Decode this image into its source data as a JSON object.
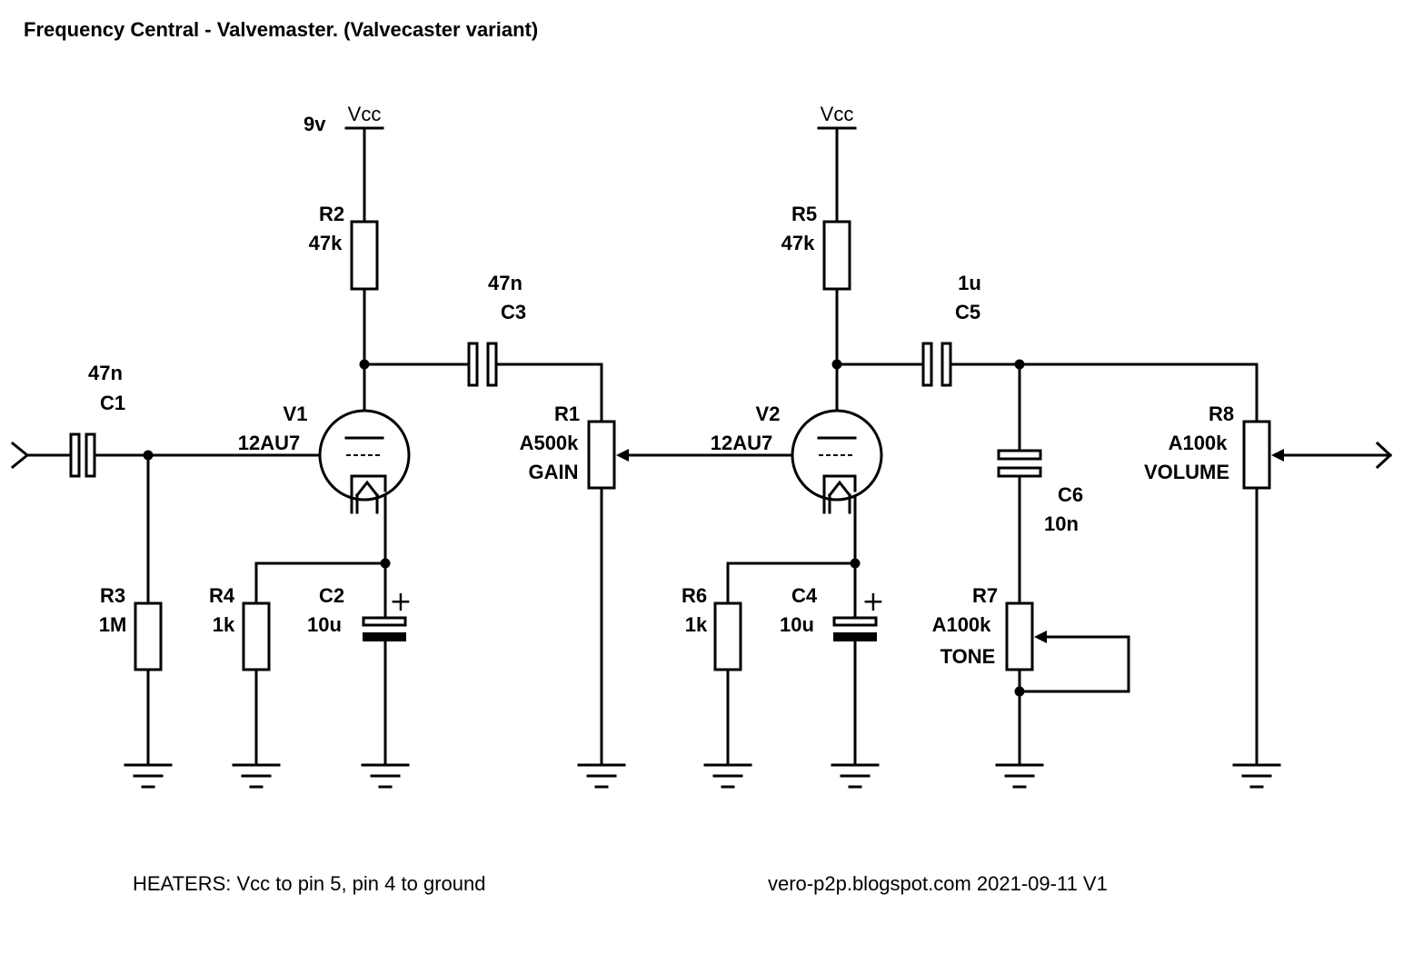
{
  "title": "Frequency Central - Valvemaster. (Valvecaster variant)",
  "supply": {
    "voltage": "9v",
    "vcc_left": "Vcc",
    "vcc_right": "Vcc"
  },
  "components": {
    "C1": {
      "ref": "C1",
      "value": "47n"
    },
    "C2": {
      "ref": "C2",
      "value": "10u",
      "polarity": "+"
    },
    "C3": {
      "ref": "C3",
      "value": "47n"
    },
    "C4": {
      "ref": "C4",
      "value": "10u",
      "polarity": "+"
    },
    "C5": {
      "ref": "C5",
      "value": "1u"
    },
    "C6": {
      "ref": "C6",
      "value": "10n"
    },
    "R1": {
      "ref": "R1",
      "value": "A500k",
      "name": "GAIN"
    },
    "R2": {
      "ref": "R2",
      "value": "47k"
    },
    "R3": {
      "ref": "R3",
      "value": "1M"
    },
    "R4": {
      "ref": "R4",
      "value": "1k"
    },
    "R5": {
      "ref": "R5",
      "value": "47k"
    },
    "R6": {
      "ref": "R6",
      "value": "1k"
    },
    "R7": {
      "ref": "R7",
      "value": "A100k",
      "name": "TONE"
    },
    "R8": {
      "ref": "R8",
      "value": "A100k",
      "name": "VOLUME"
    },
    "V1": {
      "ref": "V1",
      "value": "12AU7"
    },
    "V2": {
      "ref": "V2",
      "value": "12AU7"
    }
  },
  "notes": {
    "heaters": "HEATERS:  Vcc to pin 5, pin 4 to ground",
    "credit": "vero-p2p.blogspot.com  2021-09-11 V1"
  }
}
